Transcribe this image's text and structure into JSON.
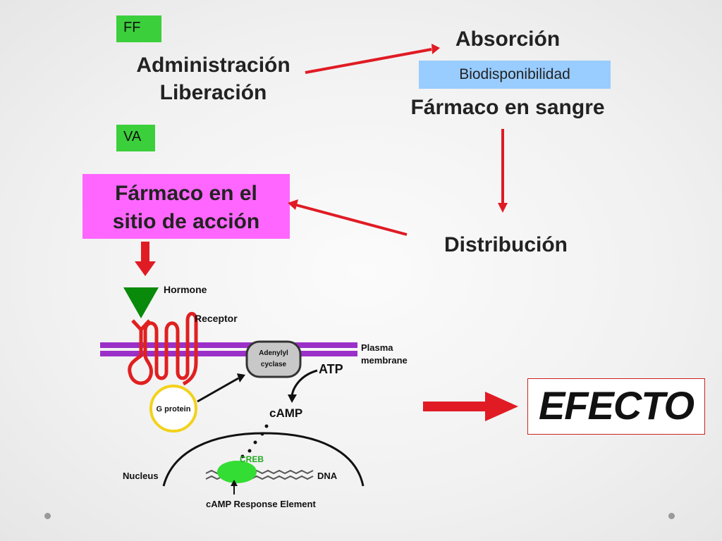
{
  "tags": {
    "ff": "FF",
    "va": "VA"
  },
  "admin": {
    "line1": "Administración",
    "line2": "Liberación"
  },
  "absorcion": "Absorción",
  "biodisponibilidad": "Biodisponibilidad",
  "farmaco_sangre": "Fármaco en sangre",
  "distribucion": "Distribución",
  "sitio": {
    "line1": "Fármaco en el",
    "line2": "sitio de acción"
  },
  "efecto": "EFECTO",
  "cell": {
    "hormone": "Hormone",
    "receptor": "Receptor",
    "plasma": "Plasma",
    "membrane": "membrane",
    "adenylyl": "Adenylyl",
    "cyclase": "cyclase",
    "atp": "ATP",
    "camp": "cAMP",
    "g_protein": "G protein",
    "creb": "CREB",
    "nucleus": "Nucleus",
    "dna": "DNA",
    "response_element": "cAMP Response Element"
  },
  "colors": {
    "arrow": "#e01b24",
    "tag": "#3ccf3c",
    "bio": "#99ccff",
    "sitio": "#ff66ff",
    "membrane": "#9b30c8",
    "receptor": "#e02020",
    "hormone": "#0a8a0a",
    "gprotein": "#f2d21b",
    "creb": "#33dd33"
  }
}
